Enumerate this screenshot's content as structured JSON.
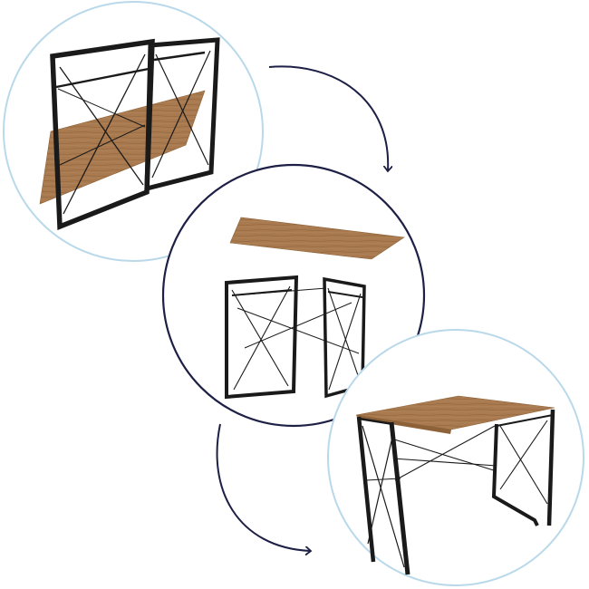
{
  "illustration": {
    "steps": [
      {
        "name": "folded"
      },
      {
        "name": "unfolding"
      },
      {
        "name": "assembled"
      }
    ],
    "colors": {
      "light_circle": "#b9d9ea",
      "dark_circle": "#1d1f45",
      "arrow": "#1d1f45",
      "frame": "#1a1a1a",
      "wood": "#a97a4f",
      "wood_grain": "#8e6238",
      "background": "#ffffff"
    },
    "icons": [
      "curved-arrow-icon",
      "curved-arrow-icon"
    ]
  }
}
